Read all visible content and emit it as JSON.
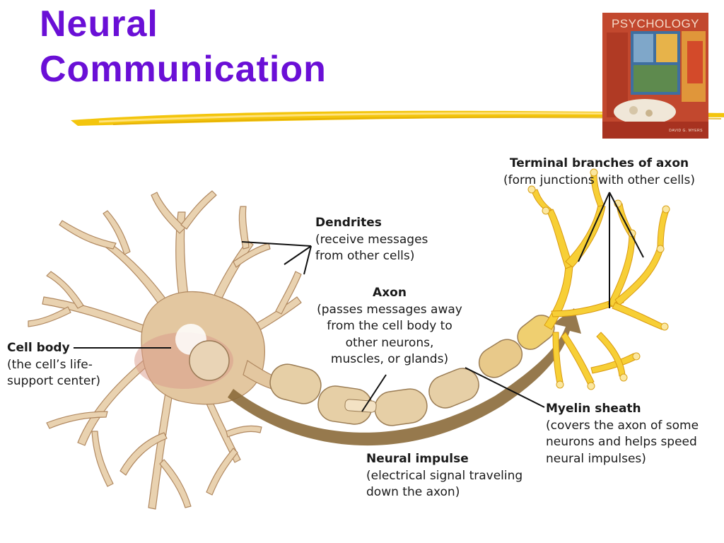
{
  "slide": {
    "title_line1": "Neural",
    "title_line2": "Communication"
  },
  "book": {
    "title": "PSYCHOLOGY",
    "author": "DAVID G. MYERS"
  },
  "labels": {
    "terminal": {
      "head": "Terminal branches of axon",
      "desc": "(form junctions with other cells)"
    },
    "dendrites": {
      "head": "Dendrites",
      "desc1": "(receive messages",
      "desc2": "from other cells)"
    },
    "axon": {
      "head": "Axon",
      "desc1": "(passes messages away",
      "desc2": "from the cell body to",
      "desc3": "other neurons,",
      "desc4": "muscles, or glands)"
    },
    "cell_body": {
      "head": "Cell body",
      "desc1": "(the cell’s life-",
      "desc2": "support center)"
    },
    "myelin": {
      "head": "Myelin sheath",
      "desc1": "(covers the axon of some",
      "desc2": "neurons and helps speed",
      "desc3": "neural impulses)"
    },
    "impulse": {
      "head": "Neural impulse",
      "desc1": "(electrical signal traveling",
      "desc2": "down the axon)"
    }
  },
  "colors": {
    "title": "#6a0fd6",
    "underline": "#f2c200",
    "neuron_body": "#e9d2b0",
    "axon_terminal": "#f7cf36",
    "impulse_arrow": "#8b6a3a"
  }
}
